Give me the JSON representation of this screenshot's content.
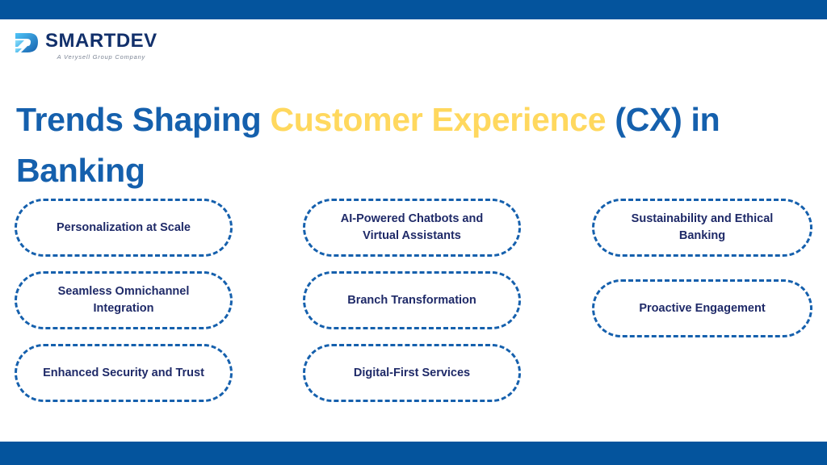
{
  "brand": {
    "logo_icon": "smartdev-d-mark-icon",
    "name": "SMARTDEV",
    "tagline": "A Verysell Group Company",
    "bar_color": "#04549D",
    "accent_blue": "#1560AD",
    "accent_yellow": "#FFD85E",
    "pill_text_color": "#1F2A68"
  },
  "headline": {
    "part1": "Trends Shaping ",
    "part2": "Customer Experience",
    "part3": " (CX) in Banking",
    "full": "Trends Shaping Customer Experience (CX) in Banking"
  },
  "columns": [
    {
      "name": "column-1",
      "items": [
        {
          "label": "Personalization at Scale"
        },
        {
          "label": "Seamless Omnichannel Integration"
        },
        {
          "label": "Enhanced Security and Trust"
        }
      ]
    },
    {
      "name": "column-2",
      "items": [
        {
          "label": "AI-Powered Chatbots and Virtual Assistants"
        },
        {
          "label": "Branch Transformation"
        },
        {
          "label": "Digital-First Services"
        }
      ]
    },
    {
      "name": "column-3",
      "items": [
        {
          "label": "Sustainability and Ethical Banking"
        },
        {
          "label": "Proactive Engagement"
        }
      ]
    }
  ]
}
